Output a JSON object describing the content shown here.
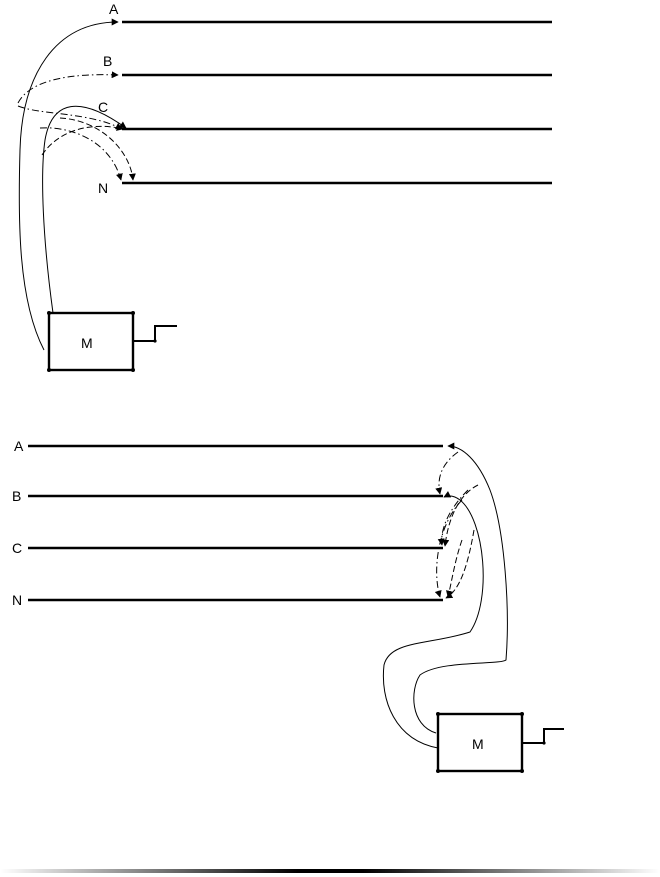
{
  "diagram_top": {
    "phases": [
      {
        "label": "A"
      },
      {
        "label": "B"
      },
      {
        "label": "C"
      },
      {
        "label": "N"
      }
    ],
    "meter_label": "M"
  },
  "diagram_bottom": {
    "phases": [
      {
        "label": "A"
      },
      {
        "label": "B"
      },
      {
        "label": "C"
      },
      {
        "label": "N"
      }
    ],
    "meter_label": "M"
  }
}
